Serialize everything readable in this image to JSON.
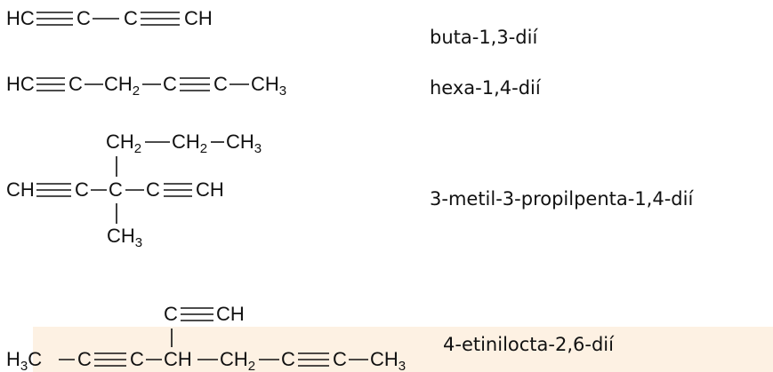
{
  "compounds": [
    {
      "name": "buta-1,3-dií",
      "groups": [
        "HC",
        "C",
        "C",
        "CH"
      ]
    },
    {
      "name": "hexa-1,4-dií",
      "groups": [
        "HC",
        "C",
        "CH",
        "2",
        "C",
        "C",
        "CH",
        "3"
      ]
    },
    {
      "name": "3-metil-3-propilpenta-1,4-dií",
      "top_chain": [
        "CH",
        "2",
        "CH",
        "2",
        "CH",
        "3"
      ],
      "main": [
        "CH",
        "C",
        "C",
        "C",
        "CH"
      ],
      "bottom": [
        "CH",
        "3"
      ]
    },
    {
      "name": "4-etinilocta-2,6-dií",
      "top": [
        "C",
        "CH"
      ],
      "main": [
        "H",
        "3",
        "C",
        "C",
        "C",
        "CH",
        "CH",
        "2",
        "C",
        "C",
        "CH",
        "3"
      ]
    }
  ],
  "colors": {
    "highlight": "#fdf1e3",
    "text": "#111111"
  }
}
